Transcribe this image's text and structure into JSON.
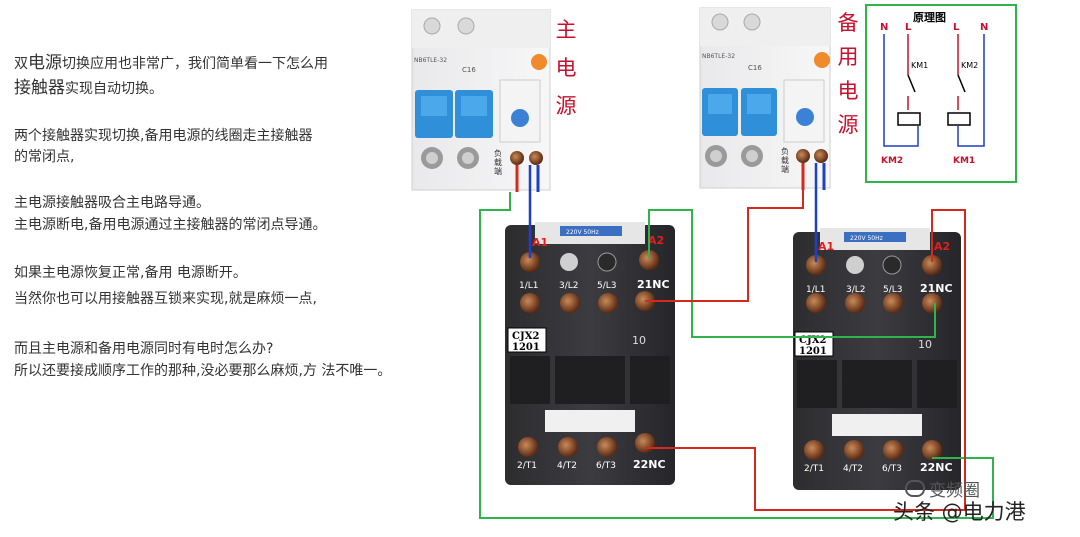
{
  "description_lines": [
    {
      "parts": [
        {
          "t": "双",
          "b": false
        },
        {
          "t": "电源",
          "b": true
        },
        {
          "t": "切换应用也非常广，我们简单看一下怎么用",
          "b": false
        }
      ]
    },
    {
      "parts": [
        {
          "t": "接触器",
          "b": true
        },
        {
          "t": "实现自动切换。",
          "b": false
        }
      ]
    },
    {
      "parts": [
        {
          "t": "两个接触器实现切换,备用电源的线圈走主接触器",
          "b": false
        }
      ]
    },
    {
      "parts": [
        {
          "t": "的常闭点,",
          "b": false
        }
      ]
    },
    {
      "parts": [
        {
          "t": "主电源接触器吸合主电路导通。",
          "b": false
        }
      ]
    },
    {
      "parts": [
        {
          "t": "主电源断电,备用电源通过主接触器的常闭点导通。",
          "b": false
        }
      ]
    },
    {
      "parts": [
        {
          "t": "如果主电源恢复正常,备用 电源断开。",
          "b": false
        }
      ]
    },
    {
      "parts": [
        {
          "t": "当然你也可以用接触器互锁来实现,就是麻烦一点,",
          "b": false
        }
      ]
    },
    {
      "parts": [
        {
          "t": "而且主电源和备用电源同时有电时怎么办?",
          "b": false
        }
      ]
    },
    {
      "parts": [
        {
          "t": "所以还要接成顺序工作的那种,没必要那么麻烦,方 法不唯一。",
          "b": false
        }
      ]
    }
  ],
  "labels": {
    "main_power": [
      "主",
      "电",
      "源"
    ],
    "backup_power": [
      "备",
      "用",
      "电",
      "源"
    ],
    "breaker_model_left": "NB6TLE-32",
    "breaker_model_right": "NB6TLE-32",
    "breaker_rating": "C16",
    "load_text": [
      "负",
      "载",
      "端"
    ]
  },
  "contactor": {
    "model": [
      "CJX2",
      "1201"
    ],
    "coil_a1": "A1",
    "coil_a2": "A2",
    "top_terminals": [
      "1/L1",
      "3/L2",
      "5/L3",
      "21NC"
    ],
    "bottom_terminals": [
      "2/T1",
      "4/T2",
      "6/T3",
      "22NC"
    ],
    "rating": "10",
    "coil_voltage": "220V 50Hz"
  },
  "schematic": {
    "title": "原理图",
    "top_labels": [
      "N",
      "L",
      "L",
      "N"
    ],
    "contact_labels": [
      "KM1",
      "KM2"
    ],
    "coil_labels": [
      "KM2",
      "KM1"
    ]
  },
  "watermark": {
    "line1": "变频圈",
    "line2": "头条 @电力港"
  },
  "colors": {
    "red_wire": "#d42a1e",
    "blue_wire": "#1f3fc4",
    "green_wire": "#2fb34a",
    "label_red": "#c8102e"
  }
}
